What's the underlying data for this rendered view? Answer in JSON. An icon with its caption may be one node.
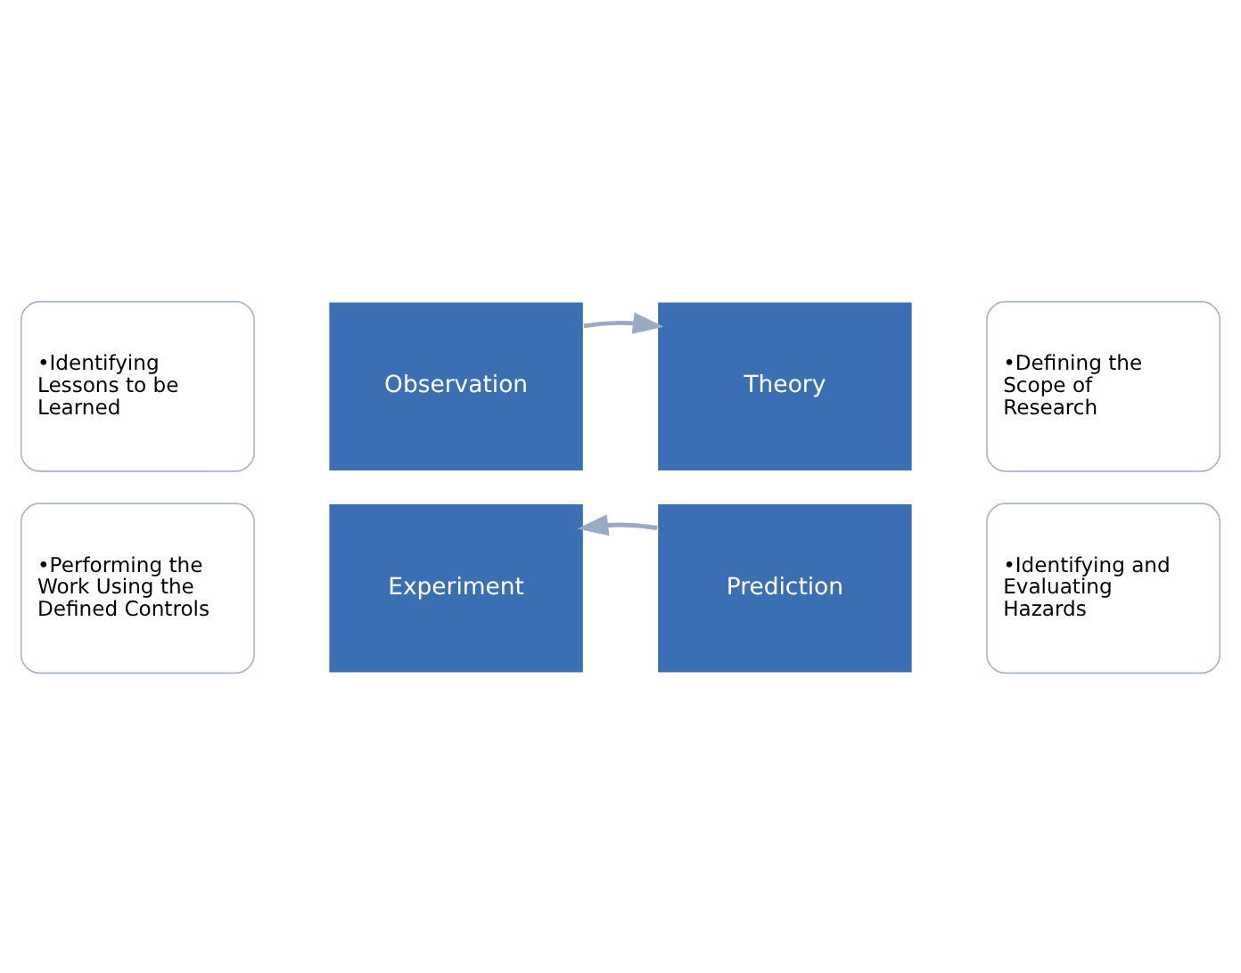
{
  "diagram": {
    "nodes": [
      {
        "text": [
          "•Identifying Lessons to be Learned"
        ]
      },
      {
        "text": [
          "•Defining the Scope of Research"
        ]
      },
      {
        "text": [
          "Observation"
        ]
      },
      {
        "text": [
          "Theory"
        ]
      },
      {
        "text": [
          "Experiment"
        ]
      },
      {
        "text": [
          "Prediction"
        ]
      },
      {
        "text": [
          "•Performing the Work Using the Defined Controls"
        ]
      },
      {
        "text": [
          "•Identifying and Evaluating Hazards"
        ]
      }
    ],
    "edges": [
      {
        "from": 2,
        "to": 3,
        "arrow": "to"
      },
      {
        "from": 5,
        "to": 4,
        "arrow": "to"
      }
    ]
  }
}
